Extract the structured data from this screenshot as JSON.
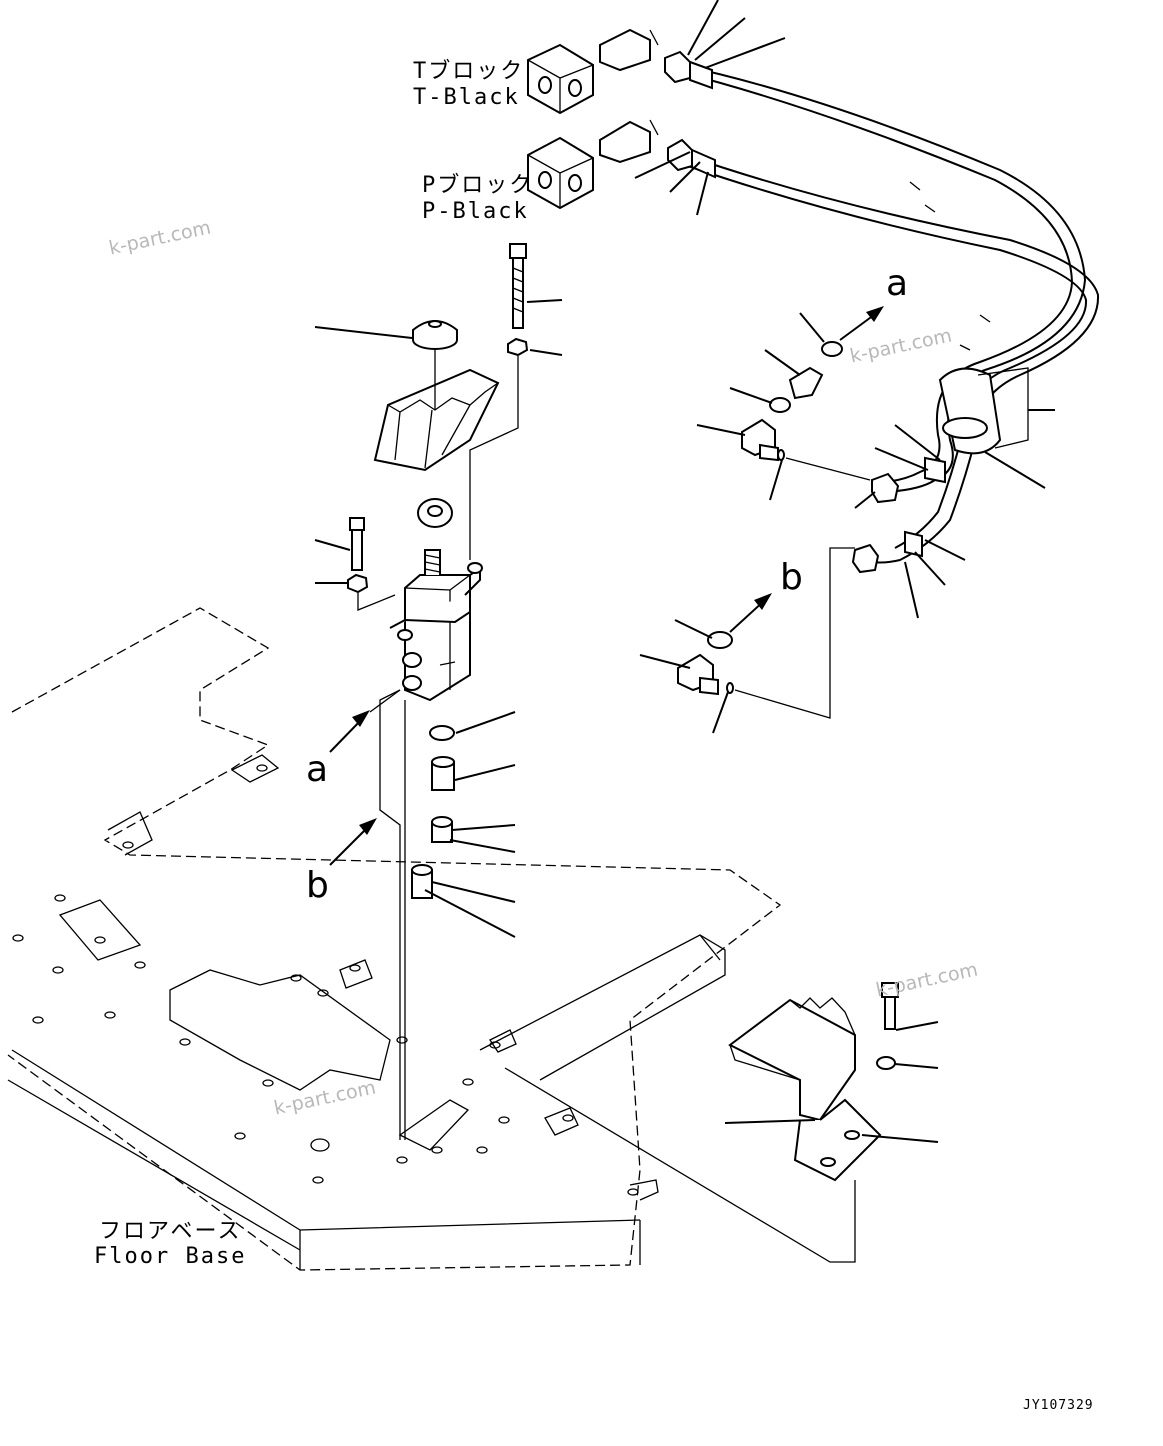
{
  "labels": {
    "t_block_jp": "Tブロック",
    "t_block_en": "T-Black",
    "p_block_jp": "Pブロック",
    "p_block_en": "P-Black",
    "floor_base_jp": "フロアベース",
    "floor_base_en": "Floor Base"
  },
  "markers": {
    "a_top": "a",
    "b_top": "b",
    "a_left": "a",
    "b_left": "b"
  },
  "watermarks": [
    "k-part.com",
    "k-part.com",
    "k-part.com",
    "k-part.com"
  ],
  "drawing_code": "JY107329"
}
